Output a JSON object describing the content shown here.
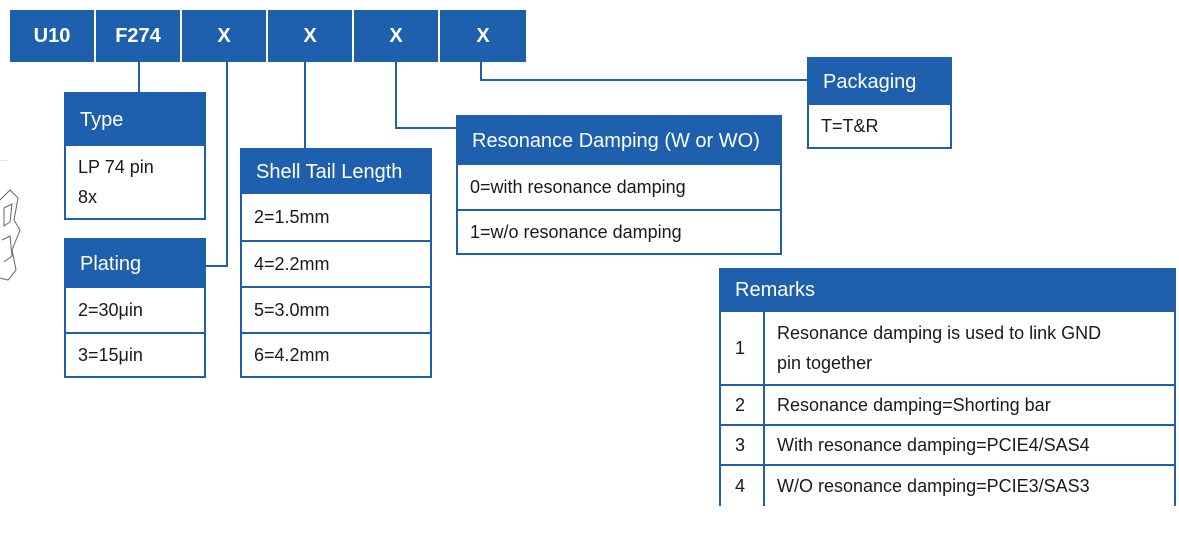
{
  "part_number": {
    "segments": [
      "U10",
      "F274",
      "X",
      "X",
      "X",
      "X"
    ]
  },
  "type": {
    "title": "Type",
    "lines": [
      "LP 74 pin",
      "8x"
    ]
  },
  "plating": {
    "title": "Plating",
    "options": [
      "2=30μin",
      "3=15μin"
    ]
  },
  "shell_tail_length": {
    "title": "Shell Tail Length",
    "options": [
      "2=1.5mm",
      "4=2.2mm",
      "5=3.0mm",
      "6=4.2mm"
    ]
  },
  "resonance_damping": {
    "title": "Resonance Damping (W or WO)",
    "options": [
      "0=with resonance damping",
      "1=w/o resonance damping"
    ]
  },
  "packaging": {
    "title": "Packaging",
    "options": [
      "T=T&R"
    ]
  },
  "remarks": {
    "title": "Remarks",
    "rows": [
      {
        "num": "1",
        "lines": [
          "Resonance damping is used to link GND",
          "pin together"
        ]
      },
      {
        "num": "2",
        "text": "Resonance damping=Shorting bar"
      },
      {
        "num": "3",
        "text": "With resonance damping=PCIE4/SAS4"
      },
      {
        "num": "4",
        "text": "W/O resonance damping=PCIE3/SAS3"
      }
    ]
  },
  "colors": {
    "brand_blue": "#1e5fae",
    "white": "#ffffff"
  }
}
